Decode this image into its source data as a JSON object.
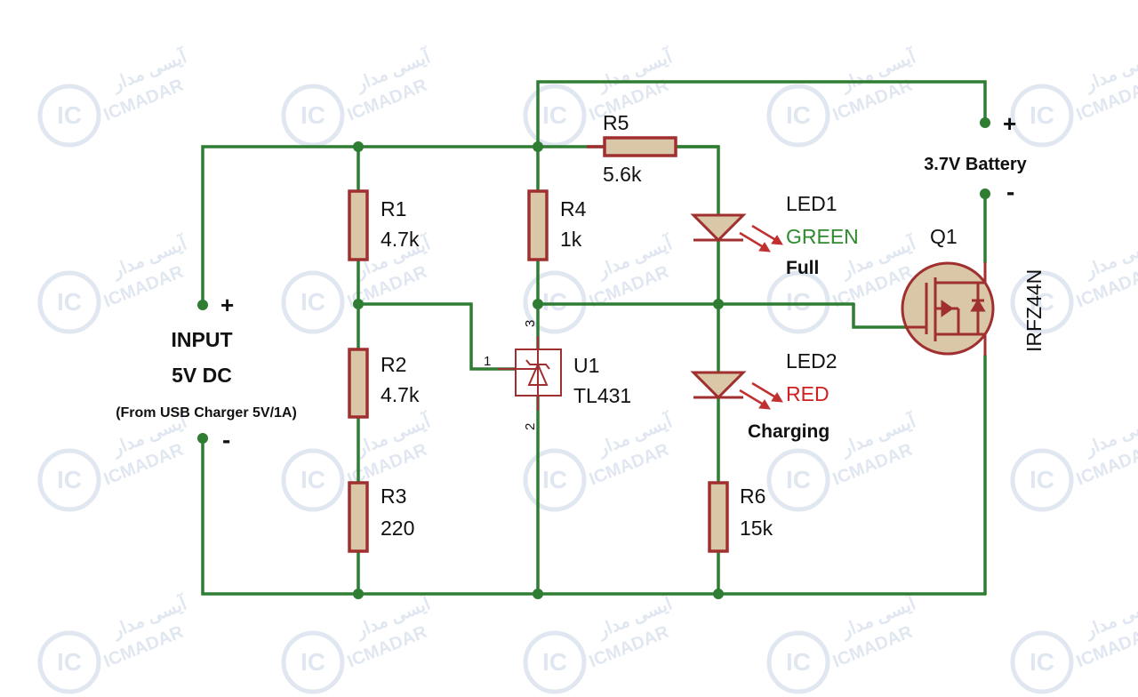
{
  "colors": {
    "wire": "#2e7d32",
    "component": "#a02f2f",
    "component_fill": "#d9c7a8",
    "green_text": "#2e8b2e",
    "red_text": "#d12020",
    "watermark": "#c7d4e6"
  },
  "watermark": {
    "brand": "ICMADAR",
    "arabic": "آیسی مدار",
    "logo": "IC",
    "logo_sub": "MADAR"
  },
  "input": {
    "plus": "+",
    "minus": "-",
    "title": "INPUT",
    "voltage": "5V DC",
    "note": "(From USB Charger 5V/1A)"
  },
  "battery": {
    "plus": "+",
    "minus": "-",
    "label": "3.7V Battery"
  },
  "components": {
    "r1": {
      "ref": "R1",
      "value": "4.7k"
    },
    "r2": {
      "ref": "R2",
      "value": "4.7k"
    },
    "r3": {
      "ref": "R3",
      "value": "220"
    },
    "r4": {
      "ref": "R4",
      "value": "1k"
    },
    "r5": {
      "ref": "R5",
      "value": "5.6k"
    },
    "r6": {
      "ref": "R6",
      "value": "15k"
    },
    "u1": {
      "ref": "U1",
      "value": "TL431",
      "pin1": "1",
      "pin2": "2",
      "pin3": "3"
    },
    "led1": {
      "ref": "LED1",
      "color": "GREEN",
      "state": "Full"
    },
    "led2": {
      "ref": "LED2",
      "color": "RED",
      "state": "Charging"
    },
    "q1": {
      "ref": "Q1",
      "value": "IRFZ44N"
    }
  }
}
